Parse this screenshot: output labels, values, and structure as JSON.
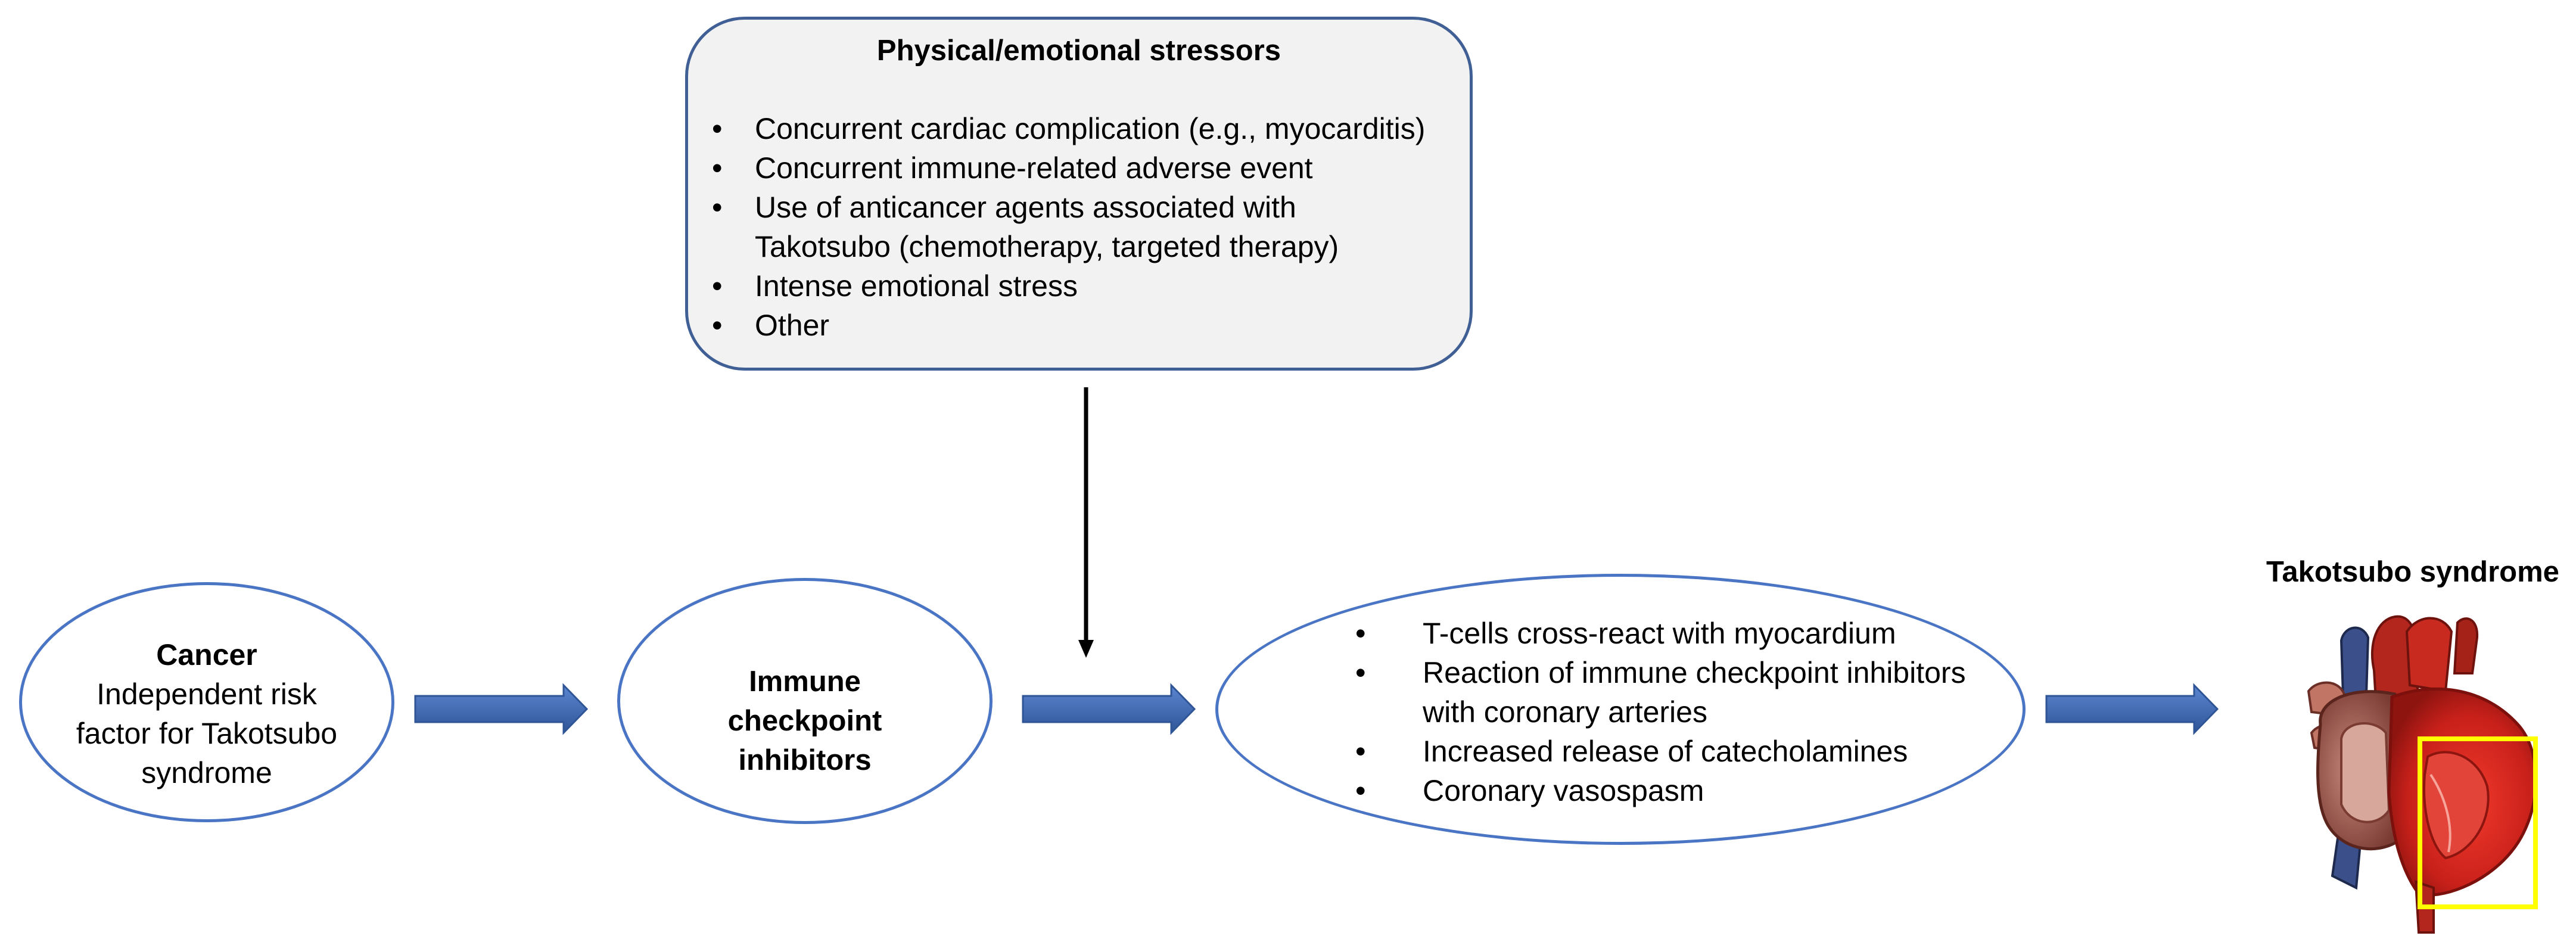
{
  "stressors": {
    "title": "Physical/emotional stressors",
    "items": [
      "Concurrent cardiac complication (e.g., myocarditis)",
      "Concurrent immune-related adverse event",
      "Use of anticancer agents associated with Takotsubo (chemotherapy, targeted therapy)",
      "Intense emotional stress",
      "Other"
    ]
  },
  "cancer": {
    "title": "Cancer",
    "description": "Independent risk factor for Takotsubo syndrome"
  },
  "immune_checkpoint_inhibitors": {
    "title": "Immune checkpoint inhibitors"
  },
  "mechanisms": {
    "items": [
      "T-cells cross-react with myocardium",
      "Reaction of immune checkpoint inhibitors with coronary arteries",
      "Increased release of catecholamines",
      "Coronary vasospasm"
    ]
  },
  "outcome": {
    "title": "Takotsubo syndrome",
    "image": "heart-illustration"
  },
  "colors": {
    "stressor_border": "#3f5f95",
    "stressor_fill": "#f2f2f2",
    "ellipse_border": "#4a74c4",
    "flow_arrow": "#4472c4",
    "highlight_box": "#ffff00",
    "heart_red": "#d9241c"
  }
}
